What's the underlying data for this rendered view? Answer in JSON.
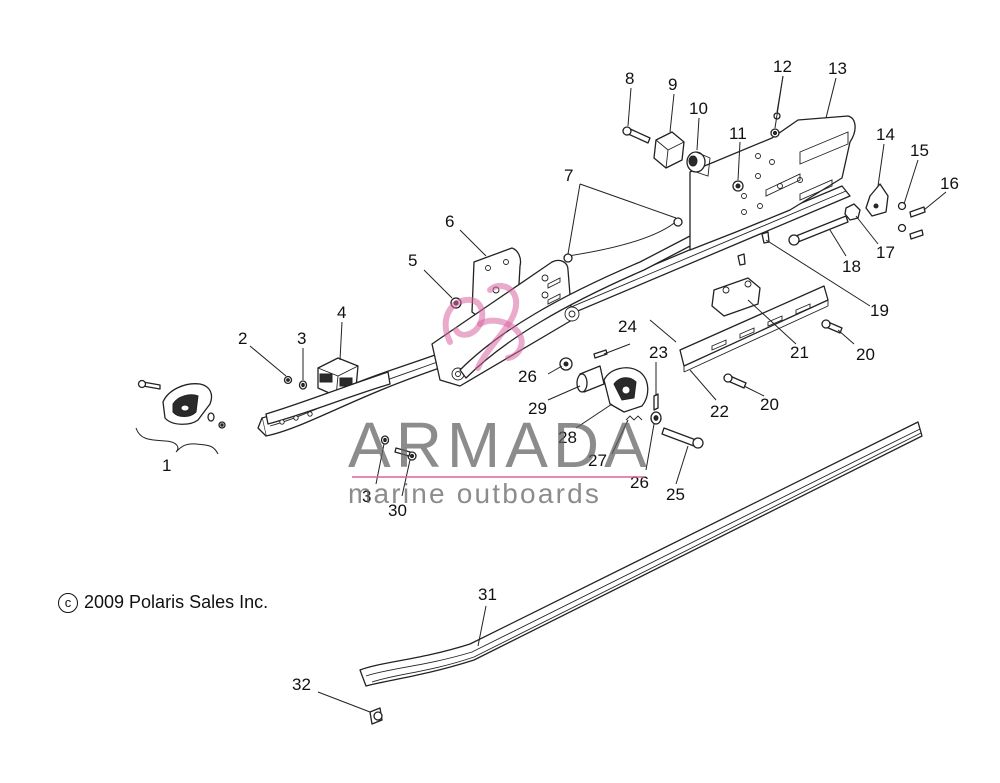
{
  "labels": [
    "1",
    "2",
    "3",
    "4",
    "5",
    "6",
    "7",
    "8",
    "9",
    "10",
    "11",
    "12",
    "13",
    "14",
    "15",
    "16",
    "17",
    "18",
    "19",
    "20",
    "21",
    "22",
    "23",
    "24",
    "25",
    "26",
    "27",
    "28",
    "29",
    "30",
    "31",
    "32"
  ],
  "label_3_b": "3",
  "label_20_b": "20",
  "label_26_b": "26",
  "copyright": {
    "symbol": "c",
    "text": "2009 Polaris Sales Inc."
  },
  "watermark": {
    "brand": "ARMADA",
    "tagline": "marine outboards",
    "accent_color": "#d964a0",
    "text_color": "#5f5f5f"
  },
  "colors": {
    "line": "#222222",
    "background": "#ffffff"
  }
}
